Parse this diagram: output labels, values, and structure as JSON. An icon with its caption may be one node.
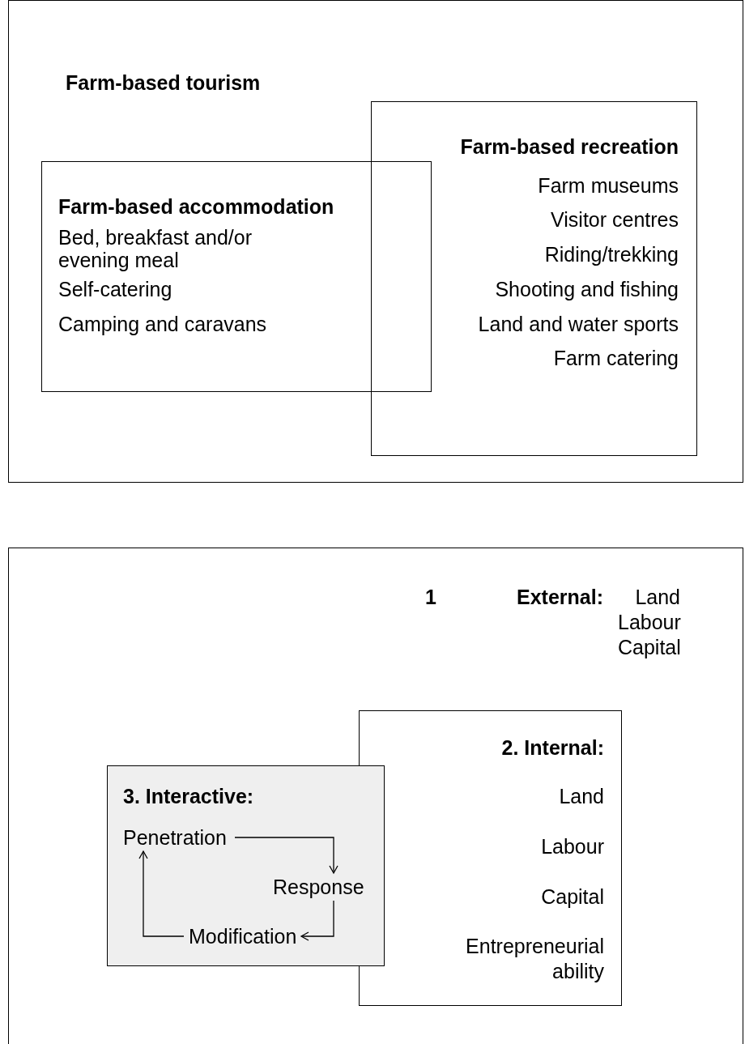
{
  "diagram": {
    "nodes": [
      {
        "text": [
          "Farm-based tourism"
        ]
      },
      {
        "text": [
          "Farm-based accommodation",
          "Bed, breakfast and/or evening meal",
          "Self-catering",
          "Camping and caravans"
        ],
        "in": 0
      },
      {
        "text": [
          "Farm-based recreation",
          "Farm museums",
          "Visitor centres",
          "Riding/trekking",
          "Shooting and fishing",
          "Land and water sports",
          "Farm catering"
        ],
        "in": 0
      },
      {
        "text": [
          "1",
          "External:",
          "Land Labour Capital"
        ]
      },
      {
        "text": [
          "2. Internal:",
          "Land",
          "Labour",
          "Capital",
          "Entrepreneurial ability"
        ],
        "in": 3
      },
      {
        "text": [
          "3. Interactive:"
        ],
        "in": 3
      },
      {
        "text": [
          "Penetration"
        ],
        "in": 5
      },
      {
        "text": [
          "Response"
        ],
        "in": 5
      },
      {
        "text": [
          "Modification"
        ],
        "in": 5
      }
    ],
    "edges": [
      {
        "from": 6,
        "to": 7,
        "arrow": "to"
      },
      {
        "from": 7,
        "to": 8,
        "arrow": "to"
      },
      {
        "from": 8,
        "to": 6,
        "arrow": "to"
      }
    ]
  }
}
